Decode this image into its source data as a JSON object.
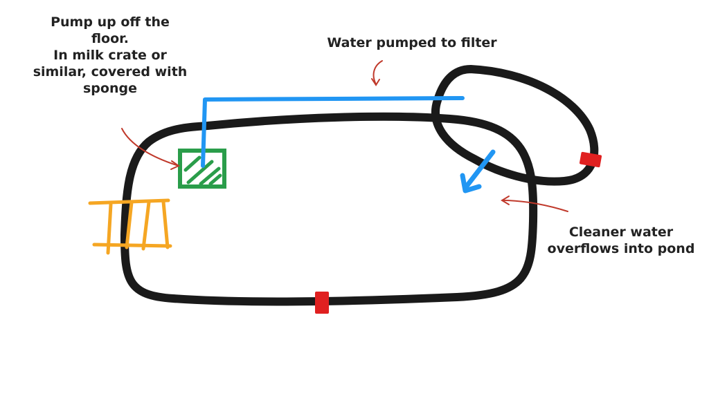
{
  "labels": {
    "pump": [
      "Pump up off the",
      "floor.",
      "In milk crate or",
      "similar, covered with",
      "sponge"
    ],
    "water_pumped": "Water pumped to filter",
    "overflow": [
      "Cleaner water",
      "overflows into pond"
    ]
  },
  "colors": {
    "outline": "#1a1a1a",
    "pipe": "#2196f3",
    "pump_box": "#2a9d4a",
    "crate": "#f5a623",
    "marker": "#e02020",
    "pointer_arrow": "#c0392b",
    "text": "#222222"
  }
}
